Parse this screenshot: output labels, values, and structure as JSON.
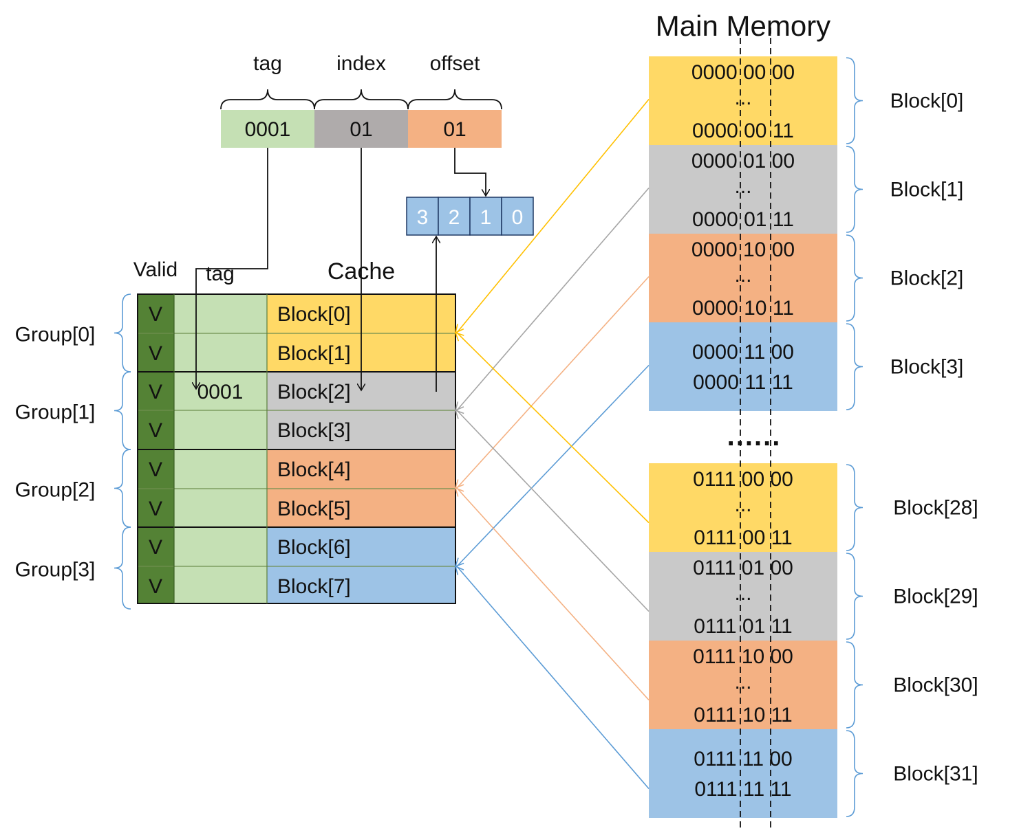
{
  "title": "Main Memory",
  "address": {
    "fields": [
      {
        "label": "tag",
        "value": "0001",
        "color": "#C5E0B4"
      },
      {
        "label": "index",
        "value": "01",
        "color": "#AFABAB"
      },
      {
        "label": "offset",
        "value": "01",
        "color": "#F4B183"
      }
    ]
  },
  "offset_bits": [
    "3",
    "2",
    "1",
    "0"
  ],
  "cache": {
    "title": "Cache",
    "valid_header": "Valid",
    "tag_header": "tag",
    "groups": [
      {
        "label": "Group[0]",
        "rows": [
          {
            "valid": "V",
            "tag": "",
            "block": "Block[0]"
          },
          {
            "valid": "V",
            "tag": "",
            "block": "Block[1]"
          }
        ]
      },
      {
        "label": "Group[1]",
        "rows": [
          {
            "valid": "V",
            "tag": "0001",
            "block": "Block[2]"
          },
          {
            "valid": "V",
            "tag": "",
            "block": "Block[3]"
          }
        ]
      },
      {
        "label": "Group[2]",
        "rows": [
          {
            "valid": "V",
            "tag": "",
            "block": "Block[4]"
          },
          {
            "valid": "V",
            "tag": "",
            "block": "Block[5]"
          }
        ]
      },
      {
        "label": "Group[3]",
        "rows": [
          {
            "valid": "V",
            "tag": "",
            "block": "Block[6]"
          },
          {
            "valid": "V",
            "tag": "",
            "block": "Block[7]"
          }
        ]
      }
    ]
  },
  "memory": {
    "blocks": [
      {
        "label": "Block[0]",
        "lines": [
          "0000 00 00",
          "...",
          "0000 00 11"
        ]
      },
      {
        "label": "Block[1]",
        "lines": [
          "0000 01 00",
          "...",
          "0000 01 11"
        ]
      },
      {
        "label": "Block[2]",
        "lines": [
          "0000 10 00",
          "...",
          "0000 10 11"
        ]
      },
      {
        "label": "Block[3]",
        "lines": [
          "0000 11 00",
          "0000 11 11"
        ]
      },
      {
        "label": "Block[28]",
        "lines": [
          "0111 00 00",
          "...",
          "0111 00 11"
        ]
      },
      {
        "label": "Block[29]",
        "lines": [
          "0111 01 00",
          "...",
          "0111 01 11"
        ]
      },
      {
        "label": "Block[30]",
        "lines": [
          "0111 10 00",
          "...",
          "0111 10 11"
        ]
      },
      {
        "label": "Block[31]",
        "lines": [
          "0111 11 00",
          "0111 11 11"
        ]
      }
    ],
    "gap_text": "......"
  },
  "colors": {
    "yellow": "#FFD966",
    "gray": "#C9C9C9",
    "orange": "#F4B183",
    "blue": "#9DC3E6",
    "valid_green": "#548235",
    "tag_green": "#C5E0B4",
    "bracket_blue": "#5B9BD5",
    "arrow_yellow": "#FFC000",
    "arrow_gray": "#A5A5A5",
    "arrow_orange": "#F4B183",
    "arrow_blue": "#5B9BD5"
  }
}
